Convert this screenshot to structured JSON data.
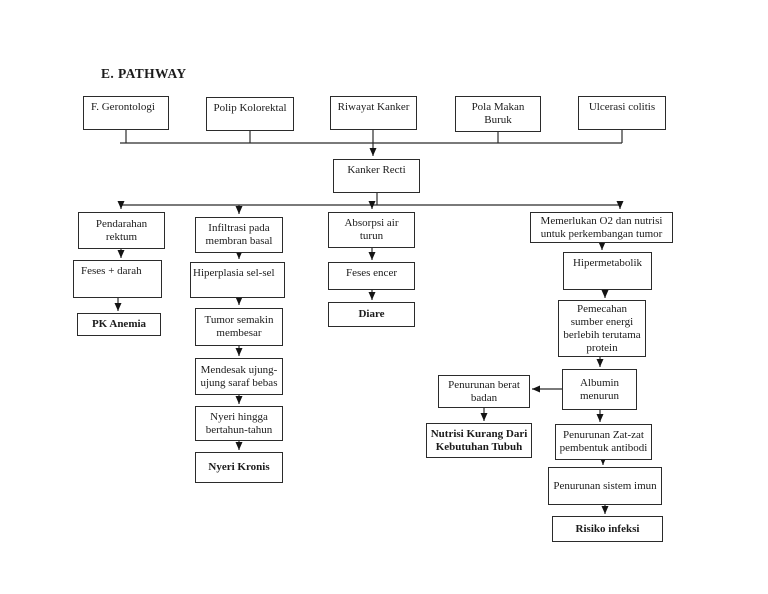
{
  "page": {
    "title": "E. PATHWAY"
  },
  "diagram": {
    "nodes": {
      "f_gerontologi": "F. Gerontologi",
      "polip_kolorektal": "Polip Kolorektal",
      "riwayat_kanker": "Riwayat Kanker",
      "pola_makan_buruk": "Pola Makan Buruk",
      "ulcerasi_colitis": "Ulcerasi colitis",
      "kanker_recti": "Kanker Recti",
      "pendarahan_rektum": "Pendarahan rektum",
      "feses_darah": "Feses + darah",
      "pk_anemia": "PK Anemia",
      "infiltrasi": "Infiltrasi pada membran basal",
      "hiperplasia": "Hiperplasia sel-sel",
      "tumor": "Tumor semakin membesar",
      "mendesak": "Mendesak ujung-ujung saraf bebas",
      "nyeri_hingga": "Nyeri hingga bertahun-tahun",
      "nyeri_kronis": "Nyeri Kronis",
      "absorpsi": "Absorpsi air turun",
      "feses_encer": "Feses encer",
      "diare": "Diare",
      "memerlukan": "Memerlukan O2 dan nutrisi untuk perkembangan tumor",
      "hipermetabolik": "Hipermetabolik",
      "pemecahan": "Pemecahan sumber energi berlebih terutama protein",
      "albumin": "Albumin menurun",
      "penurunan_berat": "Penurunan berat badan",
      "nutrisi_kurang": "Nutrisi Kurang Dari Kebutuhan Tubuh",
      "penurunan_zat": "Penurunan Zat-zat pembentuk antibodi",
      "penurunan_sistem": "Penurunan sistem imun",
      "risiko_infeksi": "Risiko infeksi"
    }
  }
}
